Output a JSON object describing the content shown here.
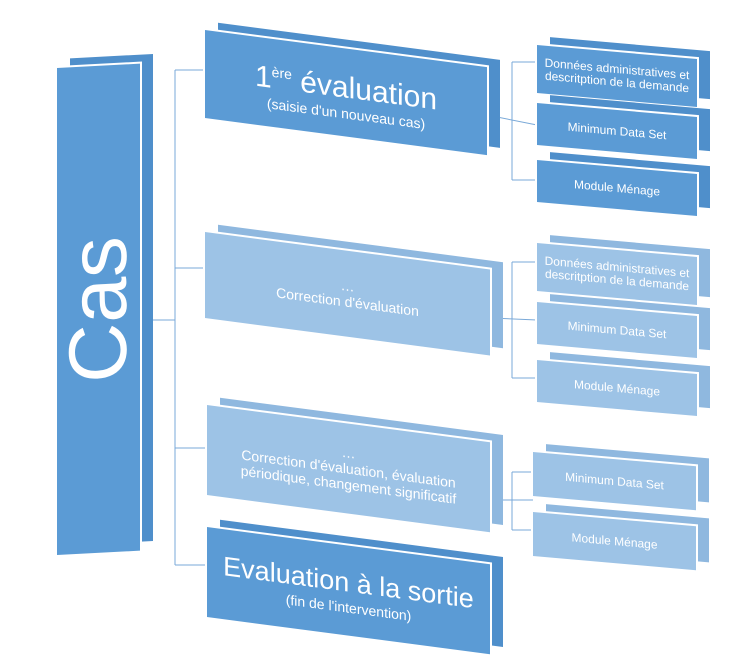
{
  "root": {
    "label": "Cas"
  },
  "stages": [
    {
      "title_main": "1",
      "title_sup": "ère",
      "title_rest": " évaluation",
      "subtitle": "(saisie d'un nouveau cas)"
    },
    {
      "title": "…",
      "subtitle": "Correction d'évaluation"
    },
    {
      "title": "…",
      "subtitle": "Correction d'évaluation, évaluation périodique, changement significatif"
    },
    {
      "title": "Evaluation à la sortie",
      "subtitle": "(fin de l'intervention)"
    }
  ],
  "modules": {
    "admin": "Données administratives et descritption de la demande",
    "mds": "Minimum Data Set",
    "menage": "Module Ménage"
  },
  "colors": {
    "dark": "#5b9bd5",
    "light": "#9dc3e6",
    "line": "#5b9bd5"
  }
}
